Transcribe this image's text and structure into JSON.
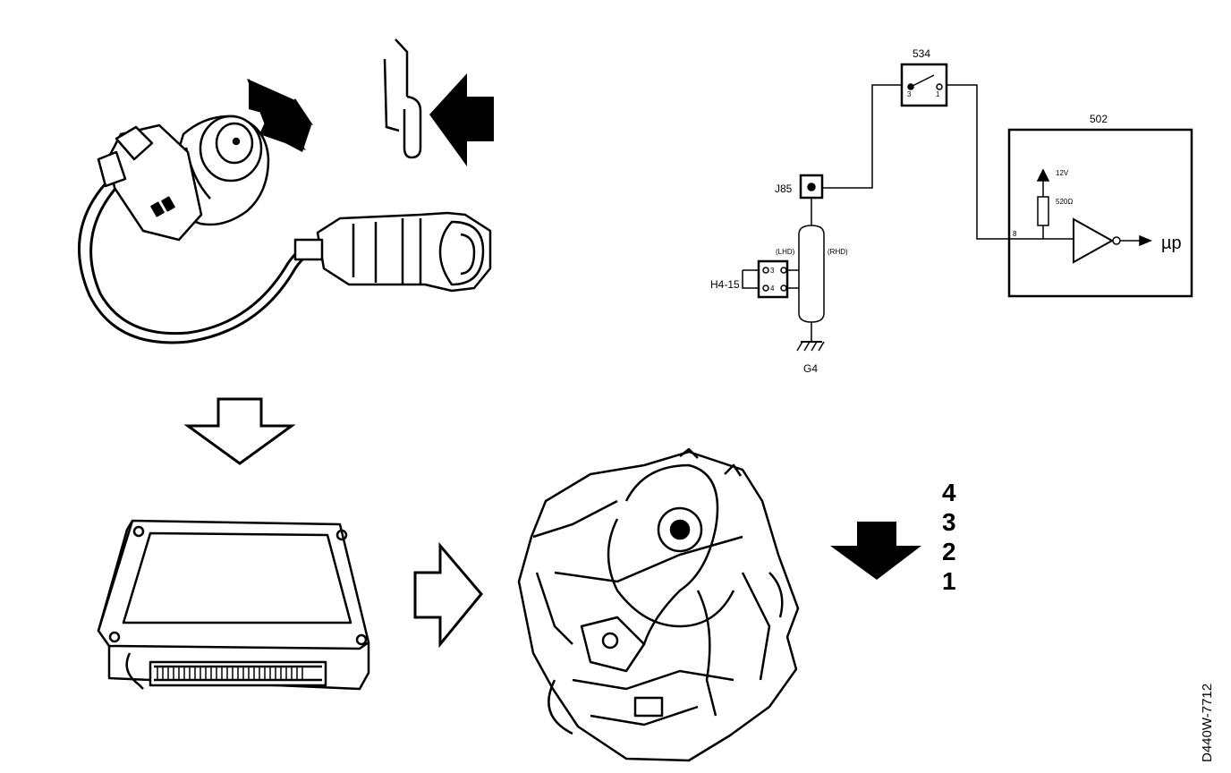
{
  "schematic": {
    "switch_label": "534",
    "switch_pin_left": "3",
    "switch_pin_right": "1",
    "module_label": "502",
    "supply_label": "12V",
    "resistor_label": "520Ω",
    "module_pin": "8",
    "output_label": "µp",
    "connector_label": "J85",
    "lhd_label": "(LHD)",
    "rhd_label": "(RHD)",
    "plug_label": "H4-15",
    "plug_pin_top": "3",
    "plug_pin_bottom": "4",
    "ground_label": "G4"
  },
  "gears": [
    "4",
    "3",
    "2",
    "1"
  ],
  "reference": "D440W-7712"
}
